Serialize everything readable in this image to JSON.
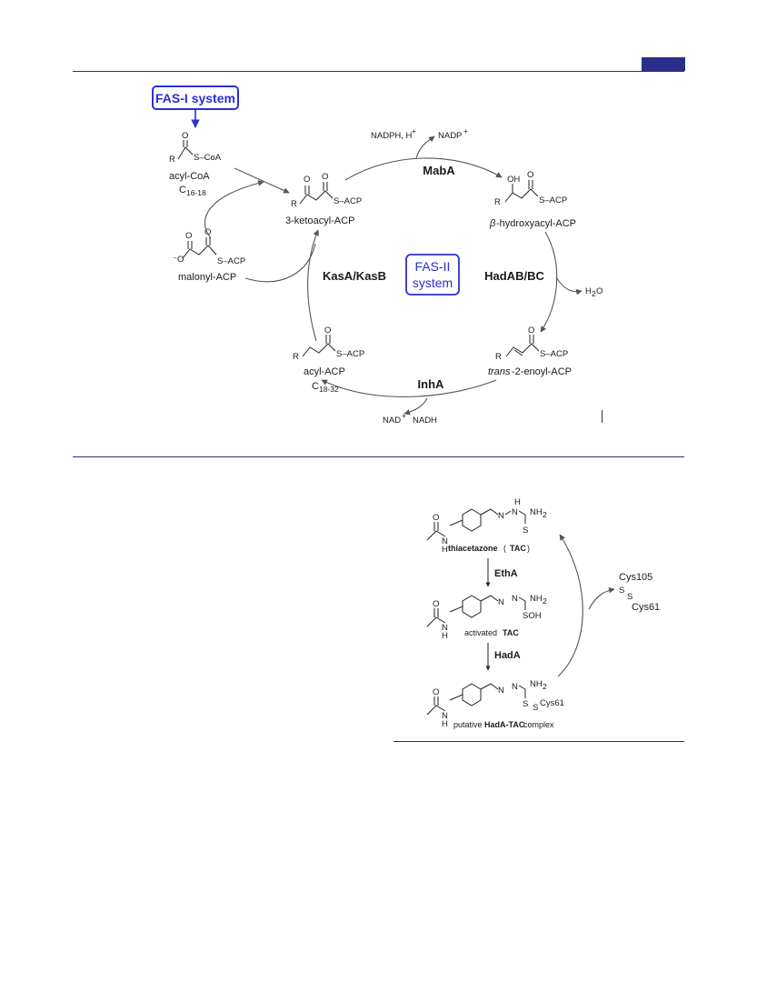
{
  "fas1_box": {
    "label": "FAS-I system",
    "color": "#2b2fd6"
  },
  "fas2_box": {
    "line1": "FAS-II",
    "line2": "system",
    "color": "#2b2fd6"
  },
  "acyl_coa": {
    "r": "R",
    "o": "O",
    "s_coa": "S–CoA",
    "name": "acyl-CoA",
    "chain": "C",
    "chain_sub": "16-18"
  },
  "ketoacyl": {
    "r": "R",
    "o1": "O",
    "o2": "O",
    "s_acp": "S–ACP",
    "name": "3-ketoacyl-ACP"
  },
  "malonyl": {
    "o_minus": "⁻O",
    "o1": "O",
    "o2": "O",
    "s_acp": "S–ACP",
    "name": "malonyl-ACP"
  },
  "hydroxyacyl": {
    "r": "R",
    "oh": "OH",
    "o": "O",
    "s_acp": "S–ACP",
    "name_prefix": "β",
    "name_rest": "-hydroxyacyl-ACP"
  },
  "enoyl": {
    "r": "R",
    "o": "O",
    "s_acp": "S–ACP",
    "name_prefix": "trans",
    "name_rest": "-2-enoyl-ACP"
  },
  "acyl_acp": {
    "r": "R",
    "o": "O",
    "s_acp": "S–ACP",
    "name": "acyl-ACP",
    "chain": "C",
    "chain_sub": "18-32"
  },
  "enzymes": {
    "maba": "MabA",
    "hadab": "HadAB/BC",
    "inha": "InhA",
    "kas": "KasA/KasB"
  },
  "cofactors": {
    "nadph": "NADPH, H",
    "nadph_sup": "+",
    "nadp": "NADP",
    "nadp_sup": "+",
    "h2o": "H",
    "h2o_sub": "2",
    "h2o_o": "O",
    "nad": "NAD",
    "nad_sup": "+",
    "nadh": "NADH"
  },
  "tac": {
    "thiacetazone_bold": "thiacetazone",
    "thiacetazone_rest": " (",
    "thiacetazone_abbr": "TAC",
    "thiacetazone_close": ")",
    "etha": "EthA",
    "hada": "HadA",
    "activated_pre": "activated ",
    "activated_abbr": "TAC",
    "putative_pre": "putative ",
    "putative_bold": "HadA-TAC",
    "putative_post": " complex",
    "cys105": "Cys105",
    "cys61": "Cys61",
    "cys61_b": "Cys61",
    "s": "S",
    "nh2": "NH",
    "nh2_sub": "2",
    "soh": "SOH",
    "h": "H",
    "n": "N",
    "o": "O"
  }
}
